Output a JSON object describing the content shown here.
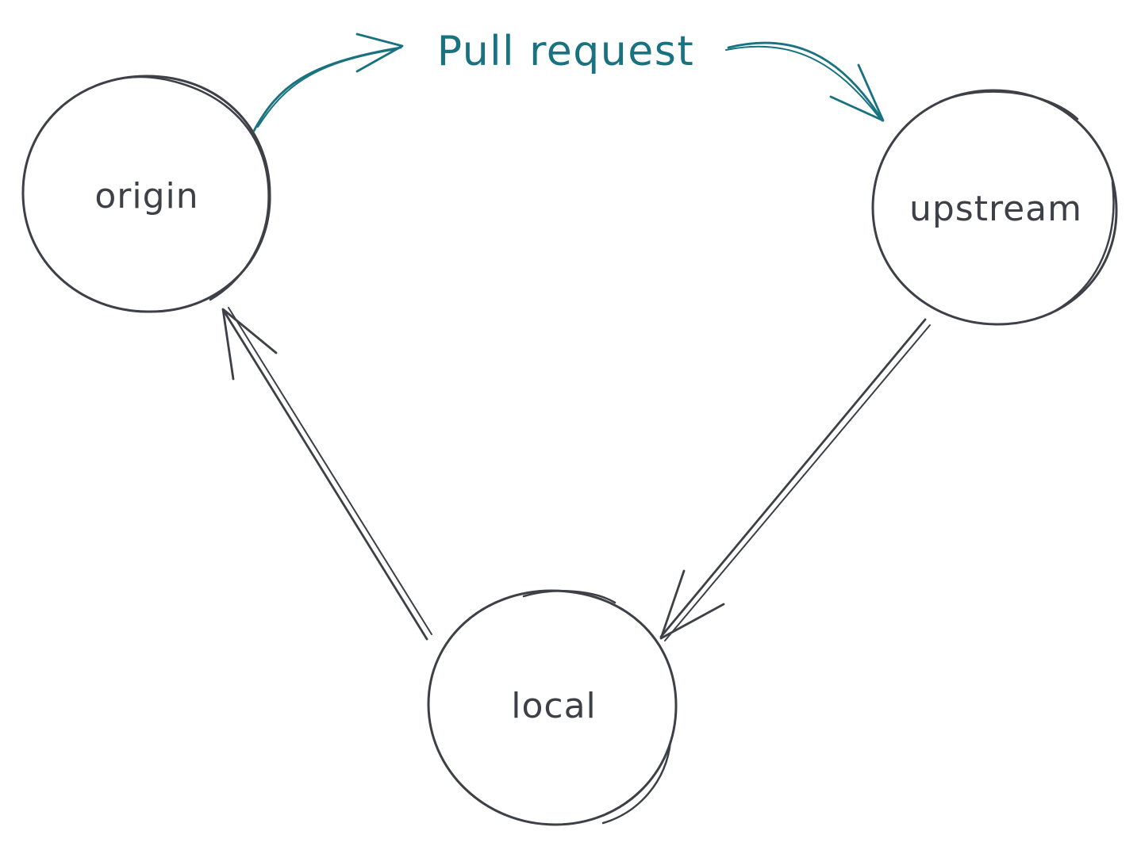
{
  "diagram": {
    "colors": {
      "ink": "#3d4046",
      "accent": "#18727f",
      "background": "#ffffff"
    },
    "nodes": {
      "origin": {
        "label": "origin"
      },
      "upstream": {
        "label": "upstream"
      },
      "local": {
        "label": "local"
      }
    },
    "edges": {
      "origin_to_upstream": {
        "from": "origin",
        "to": "upstream",
        "label": "Pull request"
      },
      "upstream_to_local": {
        "from": "upstream",
        "to": "local",
        "label": ""
      },
      "local_to_origin": {
        "from": "local",
        "to": "origin",
        "label": ""
      }
    }
  }
}
